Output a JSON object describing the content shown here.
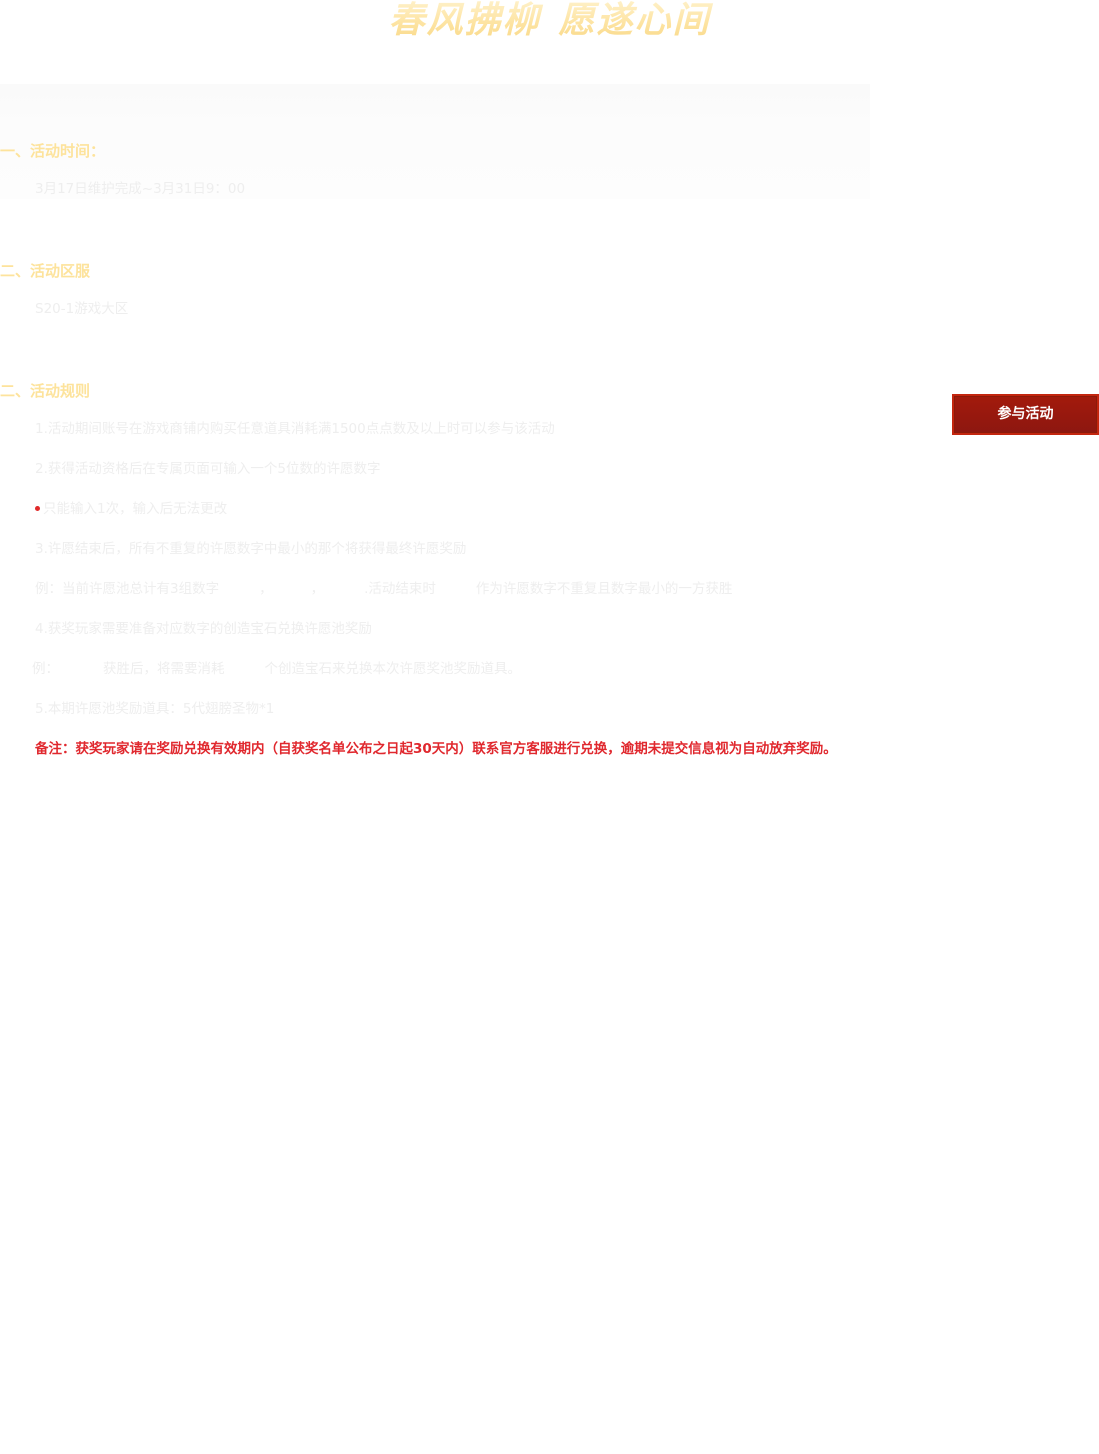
{
  "header": {
    "title_part1": "春风拂柳",
    "title_part2": "愿遂心间"
  },
  "sections": {
    "time": {
      "heading": "一、活动时间：",
      "content": "3月17日维护完成~3月31日9：00"
    },
    "server": {
      "heading": "二、活动区服",
      "content": "S20-1游戏大区"
    },
    "rules": {
      "heading": "二、活动规则",
      "items": {
        "r1": "1.活动期间账号在游戏商铺内购买任意道具消耗满1500点点数及以上时可以参与该活动",
        "r2": "2.获得活动资格后在专属页面可输入一个5位数的许愿数字",
        "bullet": "只能输入1次，输入后无法更改",
        "r3": "3.许愿结束后，所有不重复的许愿数字中最小的那个将获得最终许愿奖励",
        "ex1_a": "例：当前许愿池总计有3组数字",
        "ex1_sep1": "，",
        "ex1_sep2": "，",
        "ex1_b": ".活动结束时",
        "ex1_c": "作为许愿数字不重复且数字最小的一方获胜",
        "r4": "4.获奖玩家需要准备对应数字的创造宝石兑换许愿池奖励",
        "ex2_a": "例：",
        "ex2_b": "获胜后，将需要消耗",
        "ex2_c": "个创造宝石来兑换本次许愿奖池奖励道具。",
        "r5": "5.本期许愿池奖励道具：5代翅膀圣物*1"
      }
    },
    "note": "备注：获奖玩家请在奖励兑换有效期内（自获奖名单公布之日起30天内）联系官方客服进行兑换，逾期未提交信息视为自动放弃奖励。"
  },
  "actions": {
    "join_label": "参与活动"
  },
  "colors": {
    "heading": "#fde39c",
    "body_text": "#eeeeee",
    "note": "#e0282e",
    "button_bg": "#9a1a0e",
    "button_border": "#c3260f"
  }
}
